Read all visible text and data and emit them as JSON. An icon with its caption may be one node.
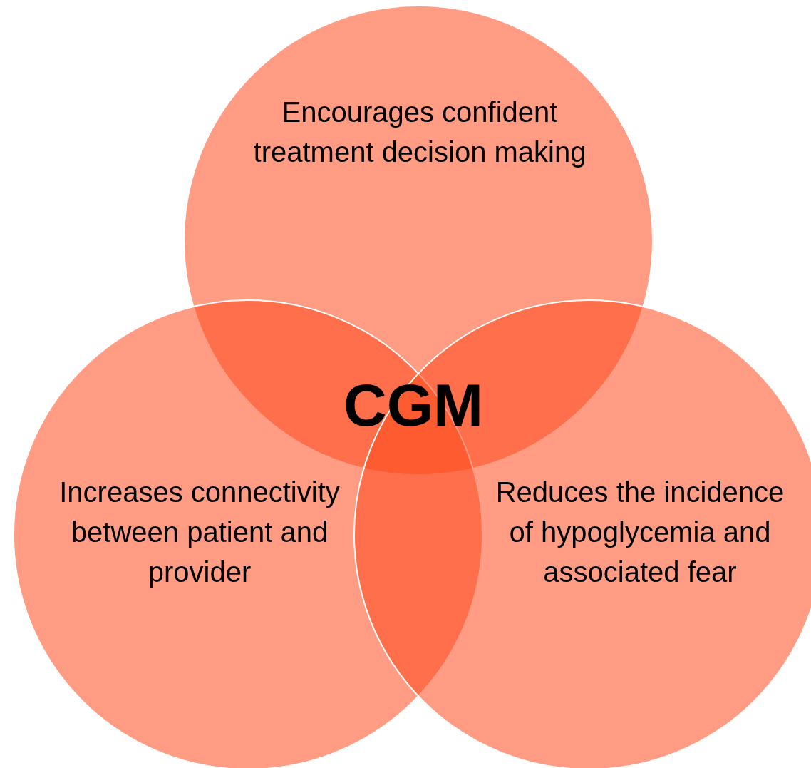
{
  "diagram": {
    "nodes": [
      {
        "text": [
          "Encourages confident treatment decision making"
        ]
      },
      {
        "text": [
          "Increases connectivity between patient and provider"
        ]
      },
      {
        "text": [
          "Reduces the incidence of hypoglycemia and associated fear"
        ]
      }
    ],
    "labels": [
      "CGM"
    ]
  }
}
